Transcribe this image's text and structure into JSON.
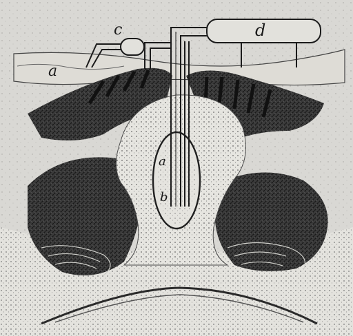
{
  "figure": {
    "labels": {
      "a": "a",
      "b": "b",
      "c": "c",
      "d": "d",
      "a_inner": "a"
    },
    "colors": {
      "paper": "#d9d8d4",
      "ink": "#1b1b1b",
      "dark_tissue": "#3a3a3a",
      "light_body": "#e9e8e3"
    }
  }
}
